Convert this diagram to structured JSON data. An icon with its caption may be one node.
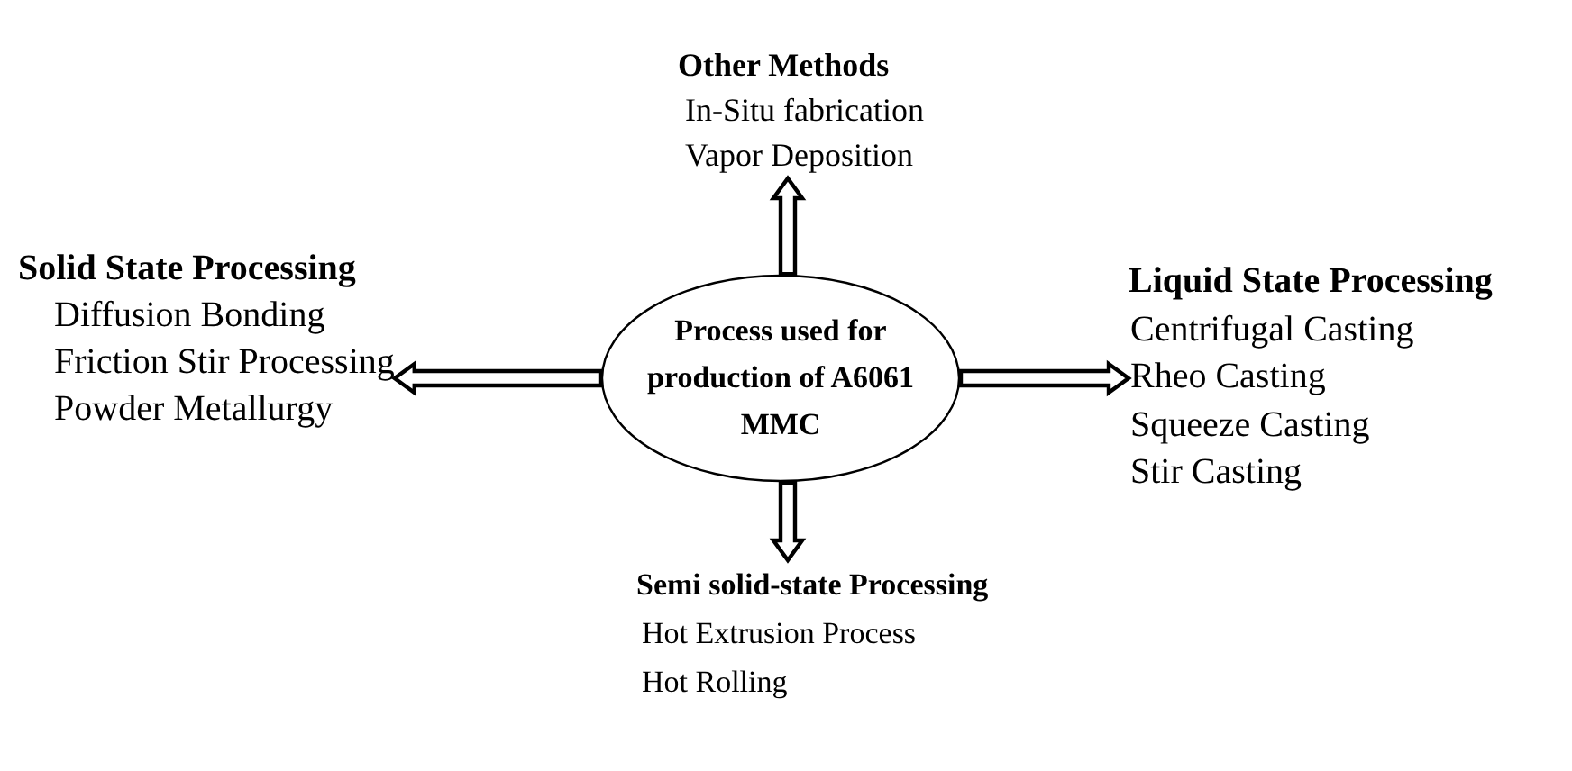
{
  "diagram": {
    "nodes": [
      {
        "text": [
          "Other Methods",
          "In-Situ fabrication",
          "Vapor Deposition"
        ]
      },
      {
        "text": [
          "Solid State Processing",
          "Diffusion Bonding",
          "Friction Stir Processing",
          "Powder Metallurgy"
        ]
      },
      {
        "text": [
          "Process used for production of A6061 MMC"
        ]
      },
      {
        "text": [
          "Liquid State Processing",
          "Centrifugal Casting",
          "Rheo Casting",
          "Squeeze Casting",
          "Stir Casting"
        ]
      },
      {
        "text": [
          "Semi solid-state Processing",
          "Hot Extrusion Process",
          "Hot Rolling"
        ]
      }
    ],
    "edges": [
      {
        "from": 2,
        "to": 0,
        "arrow": "to"
      },
      {
        "from": 2,
        "to": 1,
        "arrow": "to"
      },
      {
        "from": 2,
        "to": 3,
        "arrow": "to"
      },
      {
        "from": 2,
        "to": 4,
        "arrow": "to"
      }
    ]
  }
}
